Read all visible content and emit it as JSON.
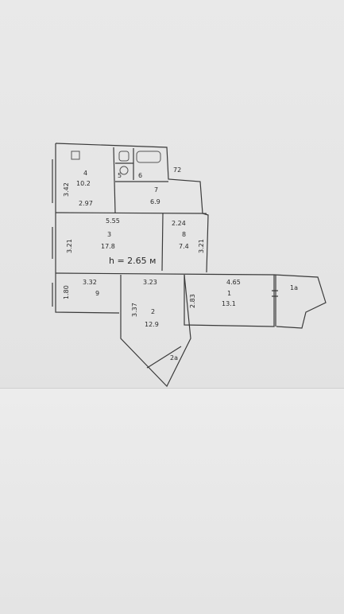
{
  "plan": {
    "ceiling_height": "h = 2.65 м",
    "rooms": [
      {
        "id": "4",
        "area": "10.2"
      },
      {
        "id": "5",
        "area": ""
      },
      {
        "id": "6",
        "area": ""
      },
      {
        "id": "7",
        "area": "6.9"
      },
      {
        "id": "3",
        "area": "17.8"
      },
      {
        "id": "8",
        "area": "7.4"
      },
      {
        "id": "",
        "area": "9"
      },
      {
        "id": "2",
        "area": "12.9"
      },
      {
        "id": "1",
        "area": "13.1"
      },
      {
        "id": "1a",
        "area": ""
      },
      {
        "id": "2a",
        "area": ""
      }
    ],
    "dimensions": {
      "d_342": "3.42",
      "d_297": "2.97",
      "d_72": "72",
      "d_555": "5.55",
      "d_224": "2.24",
      "d_321_left": "3.21",
      "d_321_right": "3.21",
      "d_180": "1.80",
      "d_332": "3.32",
      "d_323": "3.23",
      "d_337": "3.37",
      "d_465": "4.65",
      "d_283": "2.83"
    }
  }
}
